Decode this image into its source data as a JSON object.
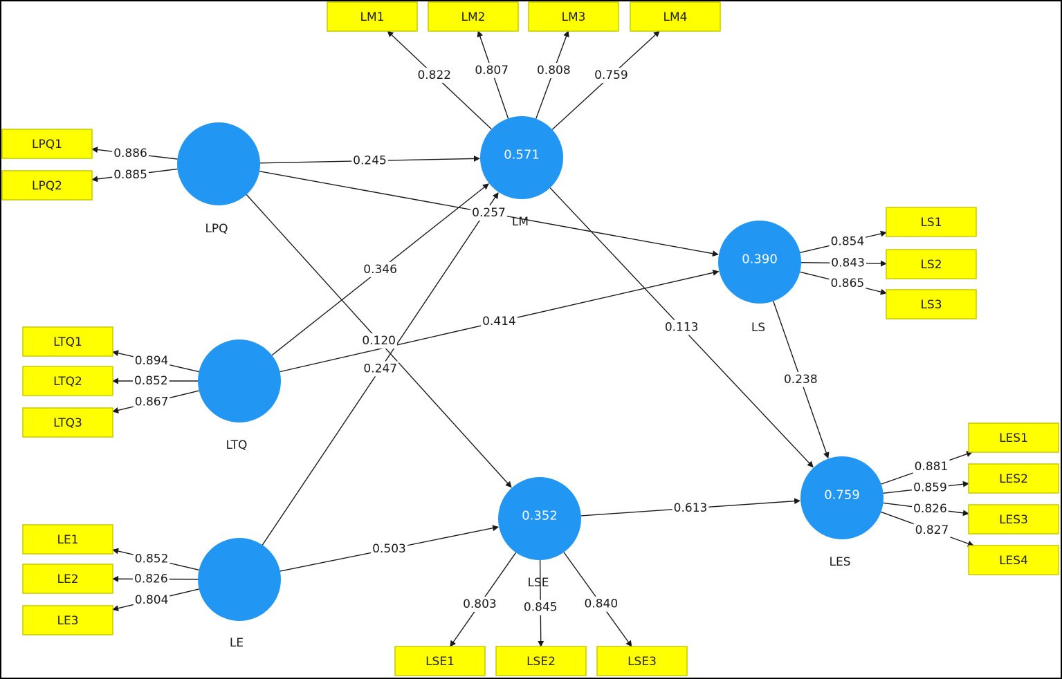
{
  "constructs": [
    {
      "id": "LPQ",
      "name": "LPQ",
      "r2": ""
    },
    {
      "id": "LTQ",
      "name": "LTQ",
      "r2": ""
    },
    {
      "id": "LE",
      "name": "LE",
      "r2": ""
    },
    {
      "id": "LM",
      "name": "LM",
      "r2": "0.571"
    },
    {
      "id": "LS",
      "name": "LS",
      "r2": "0.390"
    },
    {
      "id": "LSE",
      "name": "LSE",
      "r2": "0.352"
    },
    {
      "id": "LES",
      "name": "LES",
      "r2": "0.759"
    }
  ],
  "indicators": [
    {
      "id": "LM1",
      "label": "LM1"
    },
    {
      "id": "LM2",
      "label": "LM2"
    },
    {
      "id": "LM3",
      "label": "LM3"
    },
    {
      "id": "LM4",
      "label": "LM4"
    },
    {
      "id": "LPQ1",
      "label": "LPQ1"
    },
    {
      "id": "LPQ2",
      "label": "LPQ2"
    },
    {
      "id": "LTQ1",
      "label": "LTQ1"
    },
    {
      "id": "LTQ2",
      "label": "LTQ2"
    },
    {
      "id": "LTQ3",
      "label": "LTQ3"
    },
    {
      "id": "LE1",
      "label": "LE1"
    },
    {
      "id": "LE2",
      "label": "LE2"
    },
    {
      "id": "LE3",
      "label": "LE3"
    },
    {
      "id": "LS1",
      "label": "LS1"
    },
    {
      "id": "LS2",
      "label": "LS2"
    },
    {
      "id": "LS3",
      "label": "LS3"
    },
    {
      "id": "LES1",
      "label": "LES1"
    },
    {
      "id": "LES2",
      "label": "LES2"
    },
    {
      "id": "LES3",
      "label": "LES3"
    },
    {
      "id": "LES4",
      "label": "LES4"
    },
    {
      "id": "LSE1",
      "label": "LSE1"
    },
    {
      "id": "LSE2",
      "label": "LSE2"
    },
    {
      "id": "LSE3",
      "label": "LSE3"
    }
  ],
  "loadings": [
    {
      "construct": "LM",
      "indicator": "LM1",
      "value": "0.822"
    },
    {
      "construct": "LM",
      "indicator": "LM2",
      "value": "0.807"
    },
    {
      "construct": "LM",
      "indicator": "LM3",
      "value": "0.808"
    },
    {
      "construct": "LM",
      "indicator": "LM4",
      "value": "0.759"
    },
    {
      "construct": "LPQ",
      "indicator": "LPQ1",
      "value": "0.886"
    },
    {
      "construct": "LPQ",
      "indicator": "LPQ2",
      "value": "0.885"
    },
    {
      "construct": "LTQ",
      "indicator": "LTQ1",
      "value": "0.894"
    },
    {
      "construct": "LTQ",
      "indicator": "LTQ2",
      "value": "0.852"
    },
    {
      "construct": "LTQ",
      "indicator": "LTQ3",
      "value": "0.867"
    },
    {
      "construct": "LE",
      "indicator": "LE1",
      "value": "0.852"
    },
    {
      "construct": "LE",
      "indicator": "LE2",
      "value": "0.826"
    },
    {
      "construct": "LE",
      "indicator": "LE3",
      "value": "0.804"
    },
    {
      "construct": "LS",
      "indicator": "LS1",
      "value": "0.854"
    },
    {
      "construct": "LS",
      "indicator": "LS2",
      "value": "0.843"
    },
    {
      "construct": "LS",
      "indicator": "LS3",
      "value": "0.865"
    },
    {
      "construct": "LES",
      "indicator": "LES1",
      "value": "0.881"
    },
    {
      "construct": "LES",
      "indicator": "LES2",
      "value": "0.859"
    },
    {
      "construct": "LES",
      "indicator": "LES3",
      "value": "0.826"
    },
    {
      "construct": "LES",
      "indicator": "LES4",
      "value": "0.827"
    },
    {
      "construct": "LSE",
      "indicator": "LSE1",
      "value": "0.803"
    },
    {
      "construct": "LSE",
      "indicator": "LSE2",
      "value": "0.845"
    },
    {
      "construct": "LSE",
      "indicator": "LSE3",
      "value": "0.840"
    }
  ],
  "paths": [
    {
      "from": "LPQ",
      "to": "LM",
      "value": "0.245"
    },
    {
      "from": "LPQ",
      "to": "LS",
      "value": "0.257"
    },
    {
      "from": "LPQ",
      "to": "LSE",
      "value": "0.120"
    },
    {
      "from": "LTQ",
      "to": "LM",
      "value": "0.346"
    },
    {
      "from": "LTQ",
      "to": "LS",
      "value": "0.414"
    },
    {
      "from": "LE",
      "to": "LM",
      "value": "0.247"
    },
    {
      "from": "LE",
      "to": "LSE",
      "value": "0.503"
    },
    {
      "from": "LM",
      "to": "LES",
      "value": "0.113"
    },
    {
      "from": "LS",
      "to": "LES",
      "value": "0.238"
    },
    {
      "from": "LSE",
      "to": "LES",
      "value": "0.613"
    }
  ],
  "colors": {
    "construct_fill": "#2196f3",
    "indicator_fill": "#ffff00",
    "indicator_border": "#c8c800",
    "arrow": "#1a1a1a"
  }
}
